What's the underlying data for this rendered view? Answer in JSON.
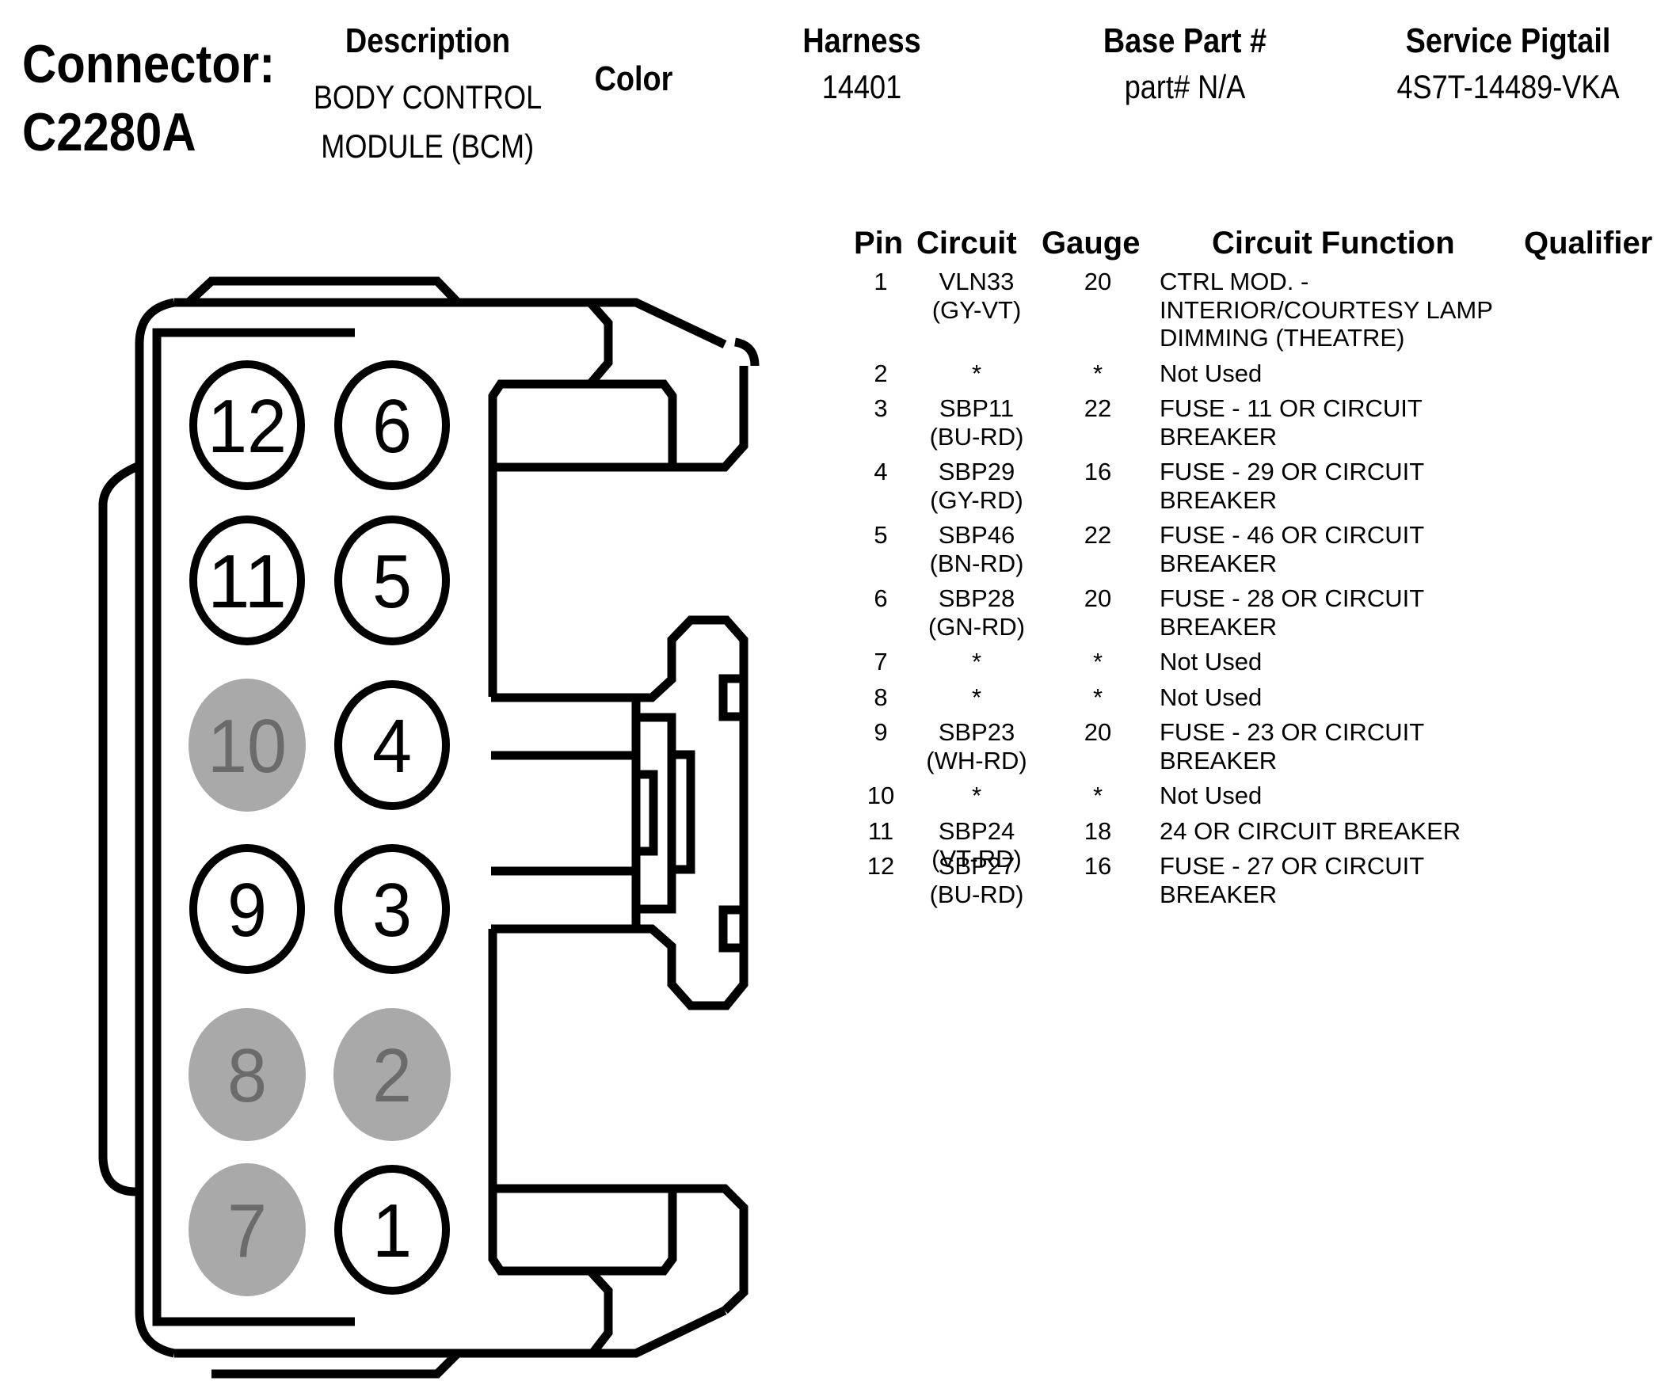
{
  "header": {
    "connector_label": "Connector:",
    "connector_id": "C2280A",
    "description_label": "Description",
    "description_lines": [
      "BODY CONTROL",
      "MODULE (BCM)"
    ],
    "color_label": "Color",
    "color_value": "",
    "harness_label": "Harness",
    "harness_value": "14401",
    "base_part_label": "Base Part #",
    "base_part_value": "part# N/A",
    "service_pigtail_label": "Service Pigtail",
    "service_pigtail_value": "4S7T-14489-VKA"
  },
  "table": {
    "columns": [
      "Pin",
      "Circuit",
      "Gauge",
      "Circuit Function",
      "Qualifier"
    ],
    "rows": [
      {
        "pin": "1",
        "circuit": [
          "VLN33",
          "(GY-VT)"
        ],
        "gauge": "20",
        "function": [
          "CTRL MOD. -",
          "INTERIOR/COURTESY LAMP",
          "DIMMING (THEATRE)"
        ],
        "qualifier": ""
      },
      {
        "pin": "2",
        "circuit": [
          "*"
        ],
        "gauge": "*",
        "function": [
          "Not Used"
        ],
        "qualifier": ""
      },
      {
        "pin": "3",
        "circuit": [
          "SBP11",
          "(BU-RD)"
        ],
        "gauge": "22",
        "function": [
          "FUSE - 11 OR CIRCUIT",
          "BREAKER"
        ],
        "qualifier": ""
      },
      {
        "pin": "4",
        "circuit": [
          "SBP29",
          "(GY-RD)"
        ],
        "gauge": "16",
        "function": [
          "FUSE - 29 OR CIRCUIT",
          "BREAKER"
        ],
        "qualifier": ""
      },
      {
        "pin": "5",
        "circuit": [
          "SBP46",
          "(BN-RD)"
        ],
        "gauge": "22",
        "function": [
          "FUSE - 46 OR CIRCUIT",
          "BREAKER"
        ],
        "qualifier": ""
      },
      {
        "pin": "6",
        "circuit": [
          "SBP28",
          "(GN-RD)"
        ],
        "gauge": "20",
        "function": [
          "FUSE - 28 OR CIRCUIT",
          "BREAKER"
        ],
        "qualifier": ""
      },
      {
        "pin": "7",
        "circuit": [
          "*"
        ],
        "gauge": "*",
        "function": [
          "Not Used"
        ],
        "qualifier": ""
      },
      {
        "pin": "8",
        "circuit": [
          "*"
        ],
        "gauge": "*",
        "function": [
          "Not Used"
        ],
        "qualifier": ""
      },
      {
        "pin": "9",
        "circuit": [
          "SBP23",
          "(WH-RD)"
        ],
        "gauge": "20",
        "function": [
          "FUSE - 23 OR CIRCUIT",
          "BREAKER"
        ],
        "qualifier": ""
      },
      {
        "pin": "10",
        "circuit": [
          "*"
        ],
        "gauge": "*",
        "function": [
          "Not Used"
        ],
        "qualifier": ""
      },
      {
        "pin": "11",
        "circuit": [
          "SBP24",
          "(VT-RD)"
        ],
        "gauge": "18",
        "function": [
          "24 OR CIRCUIT BREAKER"
        ],
        "qualifier": ""
      },
      {
        "pin": "12",
        "circuit": [
          "SBP27",
          "(BU-RD)"
        ],
        "gauge": "16",
        "function": [
          "FUSE - 27 OR CIRCUIT",
          "BREAKER"
        ],
        "qualifier": ""
      }
    ]
  },
  "connector_face": {
    "pins": [
      {
        "label": "12",
        "used": true
      },
      {
        "label": "6",
        "used": true
      },
      {
        "label": "11",
        "used": true
      },
      {
        "label": "5",
        "used": true
      },
      {
        "label": "10",
        "used": false
      },
      {
        "label": "4",
        "used": true
      },
      {
        "label": "9",
        "used": true
      },
      {
        "label": "3",
        "used": true
      },
      {
        "label": "8",
        "used": false
      },
      {
        "label": "2",
        "used": false
      },
      {
        "label": "7",
        "used": false
      },
      {
        "label": "1",
        "used": true
      }
    ],
    "colors": {
      "outline": "#000000",
      "unused_fill": "#a9a9a9",
      "unused_text": "#6b6b6b",
      "used_fill": "#ffffff"
    }
  }
}
